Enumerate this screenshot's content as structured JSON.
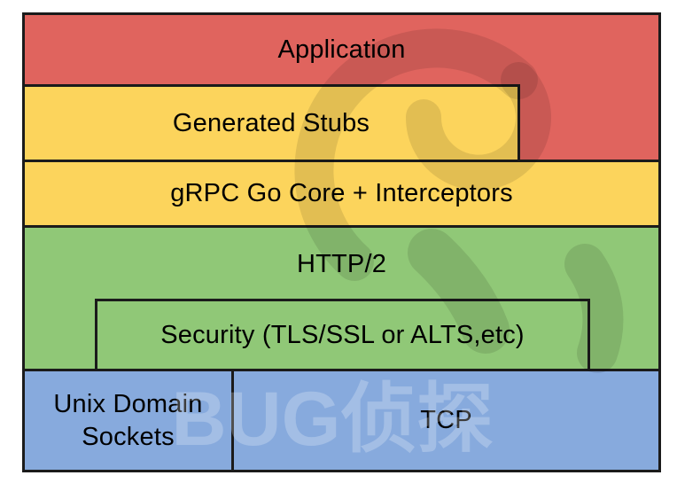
{
  "layers": {
    "application": "Application",
    "generated_stubs": "Generated Stubs",
    "grpc_core": "gRPC Go Core + Interceptors",
    "http2": "HTTP/2",
    "security": "Security (TLS/SSL or ALTS,etc)",
    "unix_domain_sockets": "Unix Domain Sockets",
    "tcp": "TCP"
  },
  "watermark": {
    "text": "BUG侦探"
  },
  "colors": {
    "red": "#e0645e",
    "yellow": "#fcd45c",
    "green": "#90c877",
    "blue": "#87aadd",
    "border": "#1b1b1b",
    "background": "#ffffff"
  }
}
